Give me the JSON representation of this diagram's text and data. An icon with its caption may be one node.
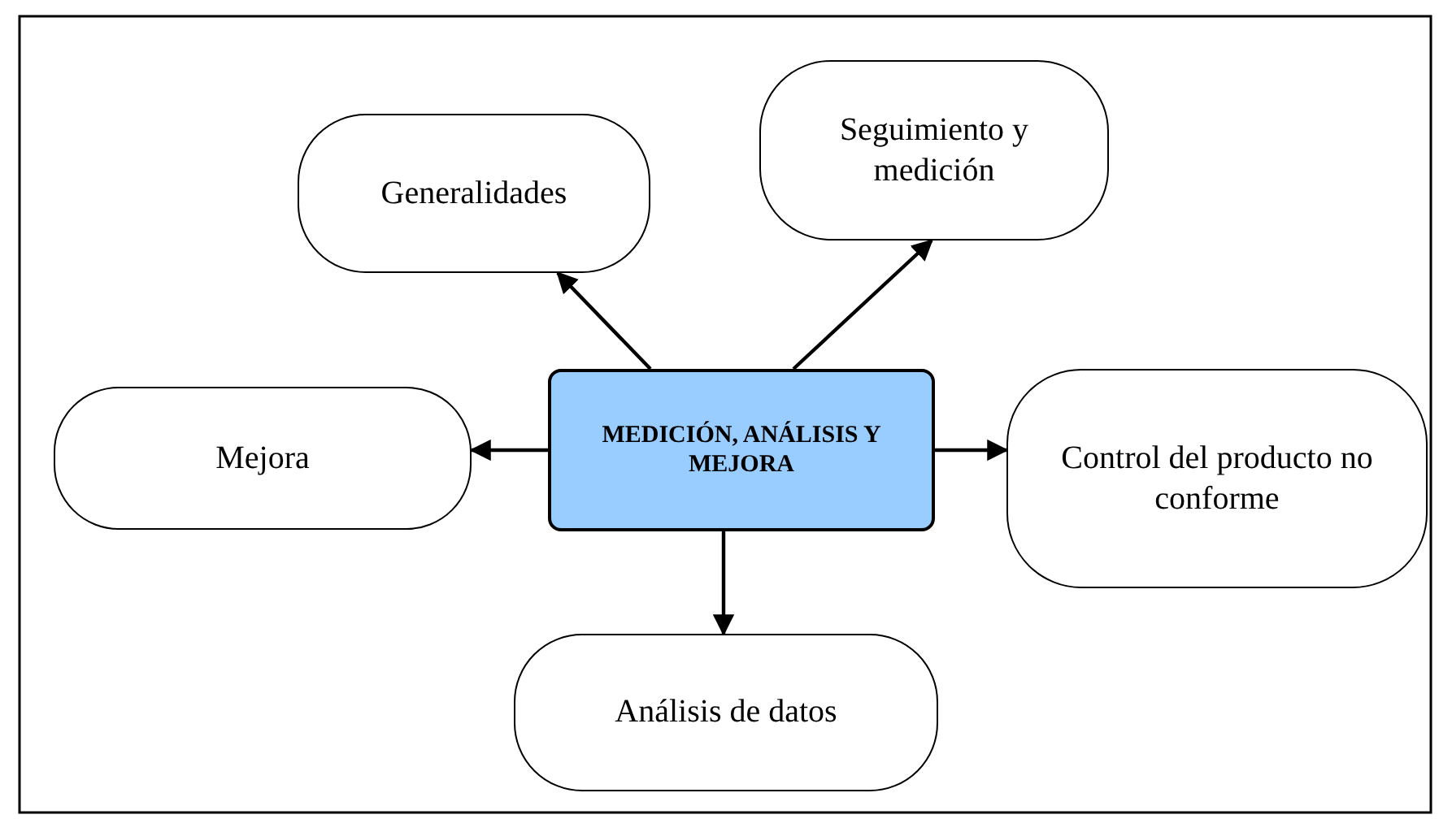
{
  "diagram": {
    "nodes": [
      {
        "text": [
          "MEDICIÓN, ANÁLISIS Y MEJORA"
        ]
      },
      {
        "text": [
          "Generalidades"
        ]
      },
      {
        "text": [
          "Seguimiento y medición"
        ]
      },
      {
        "text": [
          "Mejora"
        ]
      },
      {
        "text": [
          "Control del producto no conforme"
        ]
      },
      {
        "text": [
          "Análisis de datos"
        ]
      }
    ],
    "edges": [
      {
        "from": 0,
        "to": 1,
        "arrow": "to"
      },
      {
        "from": 0,
        "to": 2,
        "arrow": "to"
      },
      {
        "from": 0,
        "to": 3,
        "arrow": "to"
      },
      {
        "from": 0,
        "to": 4,
        "arrow": "to"
      },
      {
        "from": 0,
        "to": 5,
        "arrow": "to"
      }
    ]
  }
}
